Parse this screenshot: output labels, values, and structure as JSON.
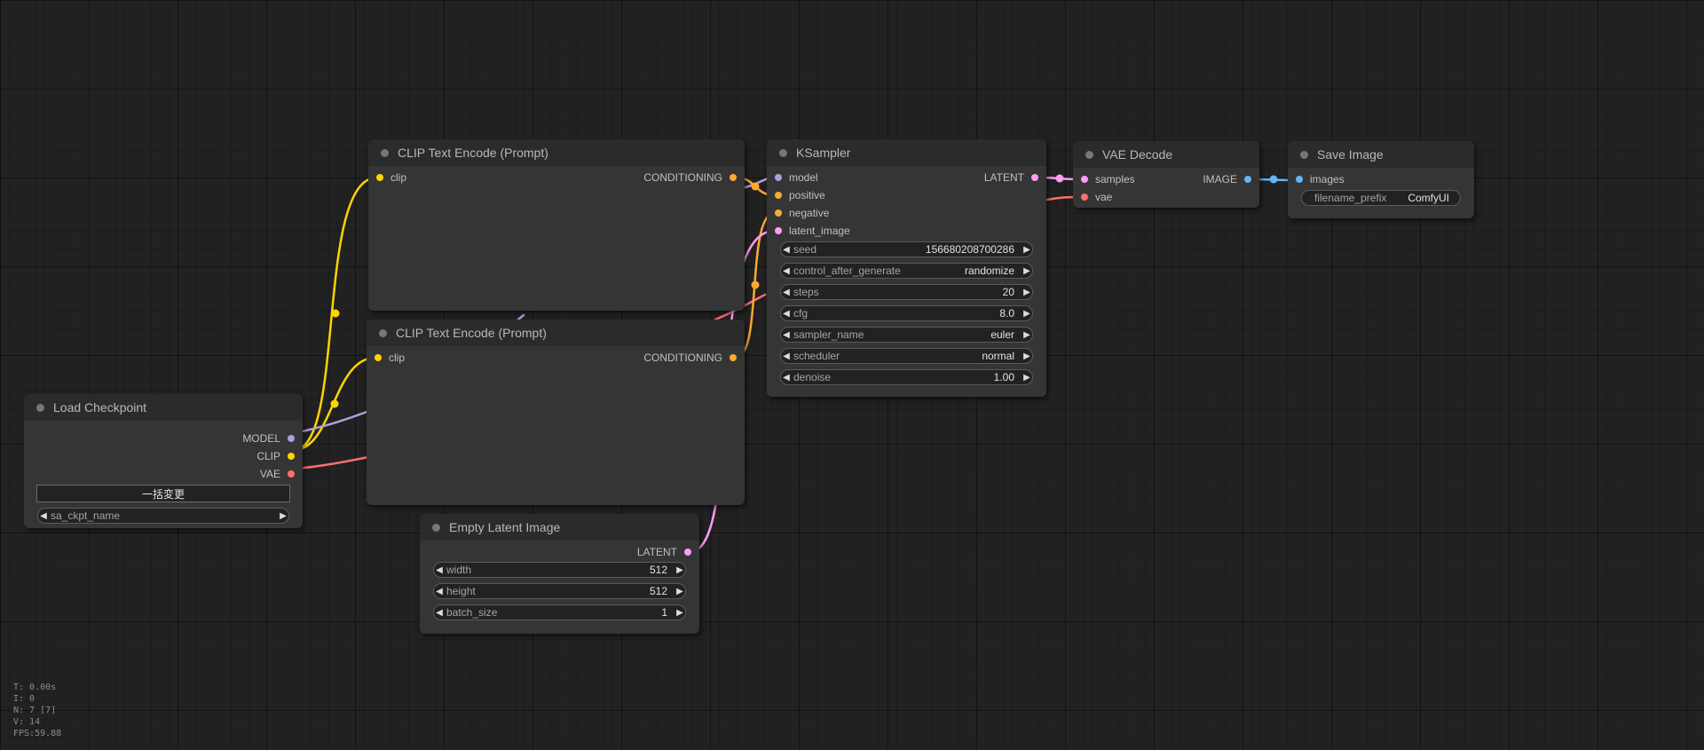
{
  "nodes": {
    "load_checkpoint": {
      "title": "Load Checkpoint",
      "outputs": [
        "MODEL",
        "CLIP",
        "VAE"
      ],
      "button_label": "一括変更",
      "ckpt_widget_label": "sa_ckpt_name"
    },
    "clip_text_encode_1": {
      "title": "CLIP Text Encode (Prompt)",
      "input": "clip",
      "output": "CONDITIONING"
    },
    "clip_text_encode_2": {
      "title": "CLIP Text Encode (Prompt)",
      "input": "clip",
      "output": "CONDITIONING"
    },
    "ksampler": {
      "title": "KSampler",
      "inputs": [
        "model",
        "positive",
        "negative",
        "latent_image"
      ],
      "output": "LATENT",
      "widgets": [
        {
          "label": "seed",
          "value": "156680208700286"
        },
        {
          "label": "control_after_generate",
          "value": "randomize"
        },
        {
          "label": "steps",
          "value": "20"
        },
        {
          "label": "cfg",
          "value": "8.0"
        },
        {
          "label": "sampler_name",
          "value": "euler"
        },
        {
          "label": "scheduler",
          "value": "normal"
        },
        {
          "label": "denoise",
          "value": "1.00"
        }
      ]
    },
    "vae_decode": {
      "title": "VAE Decode",
      "inputs": [
        "samples",
        "vae"
      ],
      "output": "IMAGE"
    },
    "save_image": {
      "title": "Save Image",
      "input": "images",
      "widget": {
        "label": "filename_prefix",
        "value": "ComfyUI"
      }
    },
    "empty_latent": {
      "title": "Empty Latent Image",
      "output": "LATENT",
      "widgets": [
        {
          "label": "width",
          "value": "512"
        },
        {
          "label": "height",
          "value": "512"
        },
        {
          "label": "batch_size",
          "value": "1"
        }
      ]
    }
  },
  "stats": {
    "t": "T: 0.00s",
    "i": "I: 0",
    "n": "N: 7 [7]",
    "v": "V: 14",
    "fps": "FPS:59.88"
  },
  "icons": {
    "node_collapse": "circle-dot-icon",
    "widget_left": "triangle-left-icon",
    "widget_right": "triangle-right-icon"
  },
  "colors": {
    "model": "#b39ddb",
    "clip": "#ffd500",
    "vae": "#ff6e6e",
    "conditioning": "#ffa931",
    "latent": "#ff9cf9",
    "image": "#64b5f6"
  }
}
